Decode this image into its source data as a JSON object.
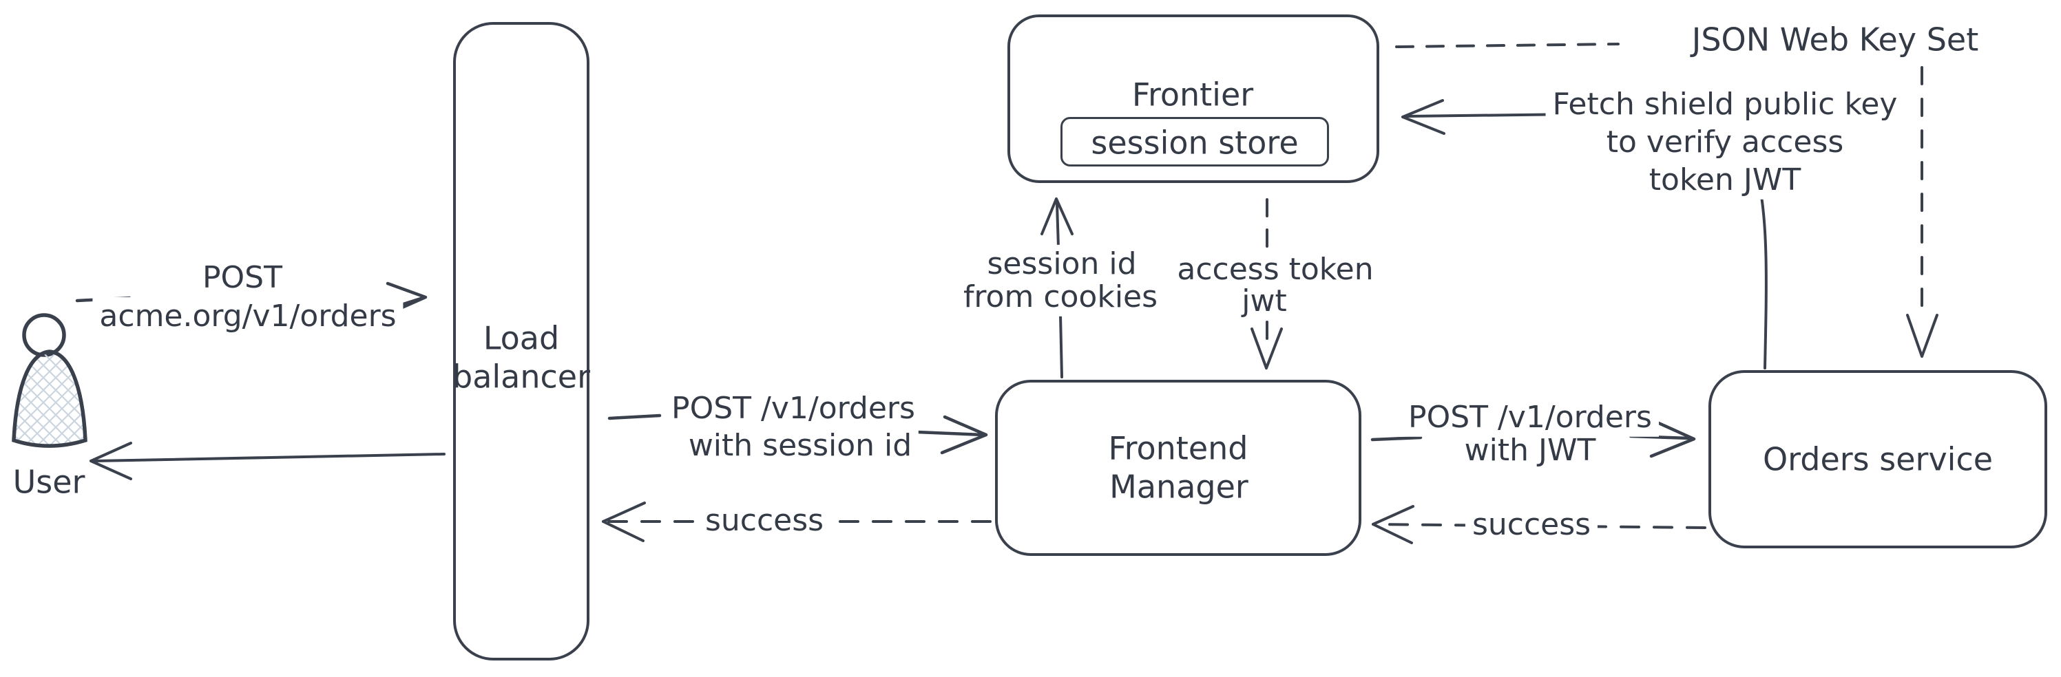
{
  "diagram": {
    "background": "#ffffff",
    "ink_color": "#3a414d",
    "hatch_color": "#ccd5df",
    "nodes": {
      "user": {
        "label": "User"
      },
      "load_balancer": {
        "line1": "Load",
        "line2": "balancer"
      },
      "frontier": {
        "label": "Frontier"
      },
      "session_store": {
        "label": "session store"
      },
      "frontend_manager": {
        "line1": "Frontend",
        "line2": "Manager"
      },
      "orders_service": {
        "label": "Orders service"
      }
    },
    "edges": {
      "user_to_lb": {
        "line1": "POST",
        "line2": "acme.org/v1/orders"
      },
      "lb_to_fm": {
        "line1": "POST /v1/orders",
        "line2": "with session id"
      },
      "fm_to_lb_success": {
        "label": "success"
      },
      "fm_to_frontier": {
        "line1": "session id",
        "line2": "from cookies"
      },
      "frontier_to_fm": {
        "line1": "access token",
        "line2": "jwt"
      },
      "fm_to_orders": {
        "line1": "POST /v1/orders",
        "line2": "with JWT"
      },
      "orders_to_fm_success": {
        "label": "success"
      },
      "orders_to_frontier": {
        "line1": "Fetch shield public key",
        "line2": "to verify access",
        "line3": "token JWT"
      },
      "frontier_to_jwks": {
        "label": "JSON Web Key Set"
      }
    }
  }
}
